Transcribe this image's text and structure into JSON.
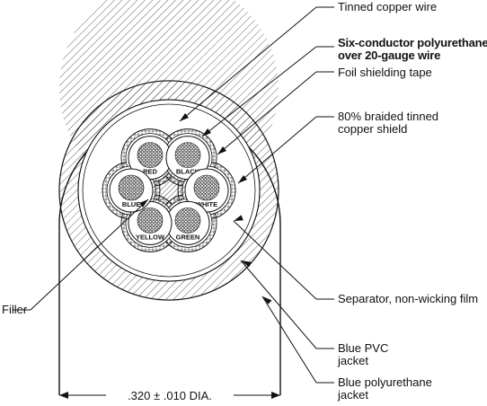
{
  "diagram": {
    "callouts": {
      "tinned_copper_wire": "Tinned copper wire",
      "six_conductor_line1": "Six-conductor polyurethane",
      "six_conductor_line2": "over 20-gauge wire",
      "foil_shielding": "Foil shielding tape",
      "braided_line1": "80% braided tinned",
      "braided_line2": "copper shield",
      "filler": "Filler",
      "separator": "Separator, non-wicking film",
      "pvc_line1": "Blue PVC",
      "pvc_line2": "jacket",
      "polyurethane_line1": "Blue polyurethane",
      "polyurethane_line2": "jacket"
    },
    "conductors": [
      {
        "label": "RED"
      },
      {
        "label": "BLACK"
      },
      {
        "label": "WHITE"
      },
      {
        "label": "GREEN"
      },
      {
        "label": "YELLOW"
      },
      {
        "label": "BLUE"
      }
    ],
    "dimension": ".320 ± .010 DIA."
  }
}
